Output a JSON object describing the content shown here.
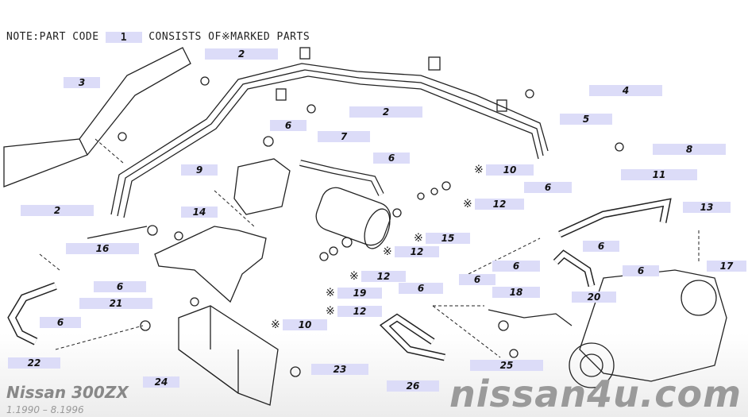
{
  "header": {
    "note_prefix": "NOTE:PART CODE",
    "note_code": "1",
    "note_suffix": "CONSISTS OF",
    "note_marker": "※",
    "note_end": "MARKED PARTS"
  },
  "callouts": [
    {
      "num": "2"
    },
    {
      "num": "3"
    },
    {
      "num": "4"
    },
    {
      "num": "5"
    },
    {
      "num": "2"
    },
    {
      "num": "6"
    },
    {
      "num": "7"
    },
    {
      "num": "8"
    },
    {
      "num": "9"
    },
    {
      "num": "6"
    },
    {
      "num": "10",
      "marked": true
    },
    {
      "num": "11"
    },
    {
      "num": "6"
    },
    {
      "num": "12",
      "marked": true
    },
    {
      "num": "13"
    },
    {
      "num": "14"
    },
    {
      "num": "2"
    },
    {
      "num": "15",
      "marked": true
    },
    {
      "num": "12",
      "marked": true
    },
    {
      "num": "16"
    },
    {
      "num": "6"
    },
    {
      "num": "12",
      "marked": true
    },
    {
      "num": "6"
    },
    {
      "num": "6"
    },
    {
      "num": "17"
    },
    {
      "num": "6"
    },
    {
      "num": "6"
    },
    {
      "num": "6"
    },
    {
      "num": "18"
    },
    {
      "num": "19",
      "marked": true
    },
    {
      "num": "20"
    },
    {
      "num": "21"
    },
    {
      "num": "12",
      "marked": true
    },
    {
      "num": "6"
    },
    {
      "num": "10",
      "marked": true
    },
    {
      "num": "22"
    },
    {
      "num": "23"
    },
    {
      "num": "24"
    },
    {
      "num": "25"
    },
    {
      "num": "26"
    }
  ],
  "marker": "※",
  "footer": {
    "brand": "Nissan 300ZX",
    "date_range": "1.1990 – 8.1996",
    "watermark": "nissan4u.com"
  },
  "colors": {
    "label_bg": "#dcdcf8",
    "line": "#222222"
  }
}
